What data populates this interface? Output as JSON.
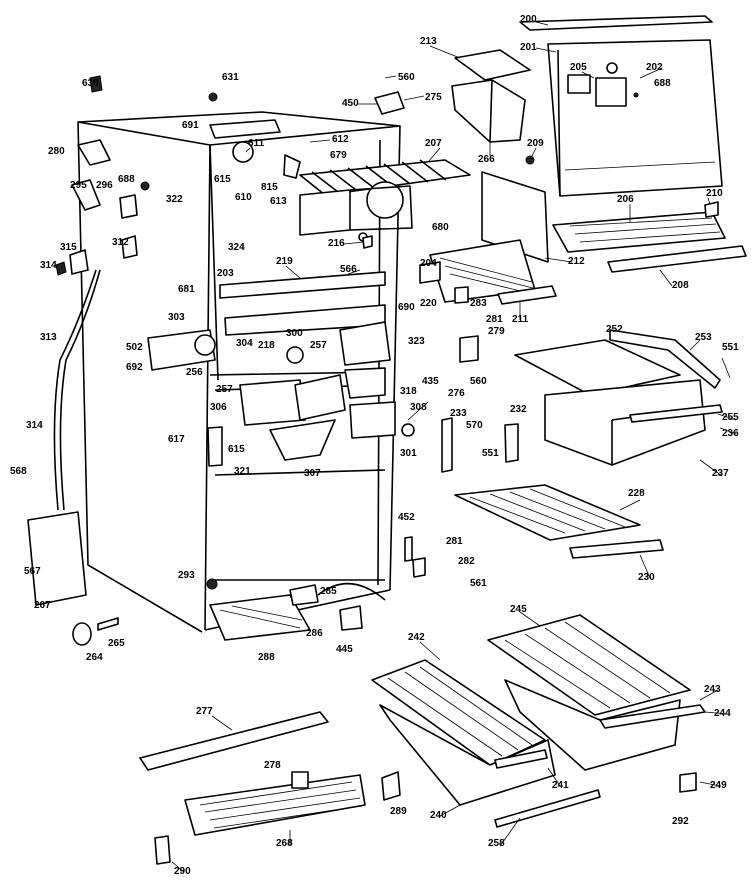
{
  "labels": {
    "l200": "200",
    "l201": "201",
    "l202": "202",
    "l205": "205",
    "l688a": "688",
    "l213": "213",
    "l560a": "560",
    "l450": "450",
    "l275": "275",
    "l266": "266",
    "l209": "209",
    "l207": "207",
    "l612": "612",
    "l679": "679",
    "l611": "611",
    "l691": "691",
    "l630": "630",
    "l631": "631",
    "l280": "280",
    "l295": "295",
    "l296": "296",
    "l688b": "688",
    "l322": "322",
    "l615a": "615",
    "l610": "610",
    "l815": "815",
    "l613": "613",
    "l680": "680",
    "l206": "206",
    "l210": "210",
    "l216": "216",
    "l324": "324",
    "l315": "315",
    "l312": "312",
    "l314a": "314",
    "l219": "219",
    "l566": "566",
    "l204": "204",
    "l212": "212",
    "l208": "208",
    "l203": "203",
    "l681": "681",
    "l220": "220",
    "l283": "283",
    "l690": "690",
    "l211": "211",
    "l313": "313",
    "l303": "303",
    "l281a": "281",
    "l279": "279",
    "l252": "252",
    "l253": "253",
    "l502": "502",
    "l304": "304",
    "l218": "218",
    "l300": "300",
    "l257a": "257",
    "l323": "323",
    "l551a": "551",
    "l692": "692",
    "l256": "256",
    "l276": "276",
    "l560b": "560",
    "l257b": "257",
    "l435": "435",
    "l318": "318",
    "l306": "306",
    "l308": "308",
    "l255": "255",
    "l236": "236",
    "l314b": "314",
    "l233": "233",
    "l570": "570",
    "l232": "232",
    "l551b": "551",
    "l617": "617",
    "l615b": "615",
    "l301": "301",
    "l568": "568",
    "l307": "307",
    "l237": "237",
    "l321": "321",
    "l228": "228",
    "l452": "452",
    "l281b": "281",
    "l282": "282",
    "l230": "230",
    "l567": "567",
    "l561": "561",
    "l293": "293",
    "l285": "285",
    "l245": "245",
    "l267": "267",
    "l286": "286",
    "l445": "445",
    "l265": "265",
    "l264": "264",
    "l288": "288",
    "l242": "242",
    "l243": "243",
    "l244": "244",
    "l277": "277",
    "l278": "278",
    "l241": "241",
    "l249": "249",
    "l289": "289",
    "l240": "240",
    "l292": "292",
    "l268": "268",
    "l258": "258",
    "l290": "290"
  }
}
